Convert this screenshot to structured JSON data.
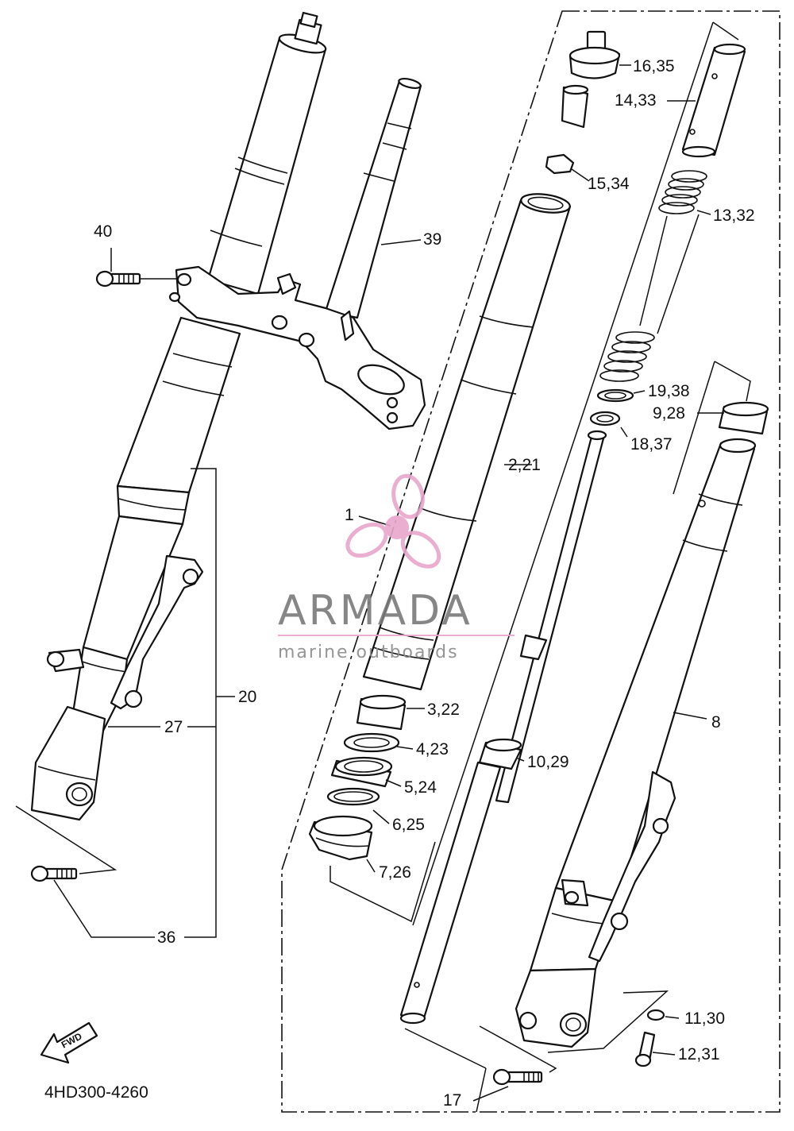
{
  "diagram": {
    "part_code": "4HD300-4260",
    "fwd_label": "FWD",
    "callouts": {
      "c1": "1",
      "c2_21": "2,21",
      "c3_22": "3,22",
      "c4_23": "4,23",
      "c5_24": "5,24",
      "c6_25": "6,25",
      "c7_26": "7,26",
      "c8": "8",
      "c9_28": "9,28",
      "c10_29": "10,29",
      "c11_30": "11,30",
      "c12_31": "12,31",
      "c13_32": "13,32",
      "c14_33": "14,33",
      "c15_34": "15,34",
      "c16_35": "16,35",
      "c17": "17",
      "c18_37": "18,37",
      "c19_38": "19,38",
      "c20": "20",
      "c27": "27",
      "c36": "36",
      "c39": "39",
      "c40": "40"
    }
  },
  "watermark": {
    "brand": "ARMADA",
    "tagline": "marine outboards",
    "color": "#e8a6cc"
  }
}
